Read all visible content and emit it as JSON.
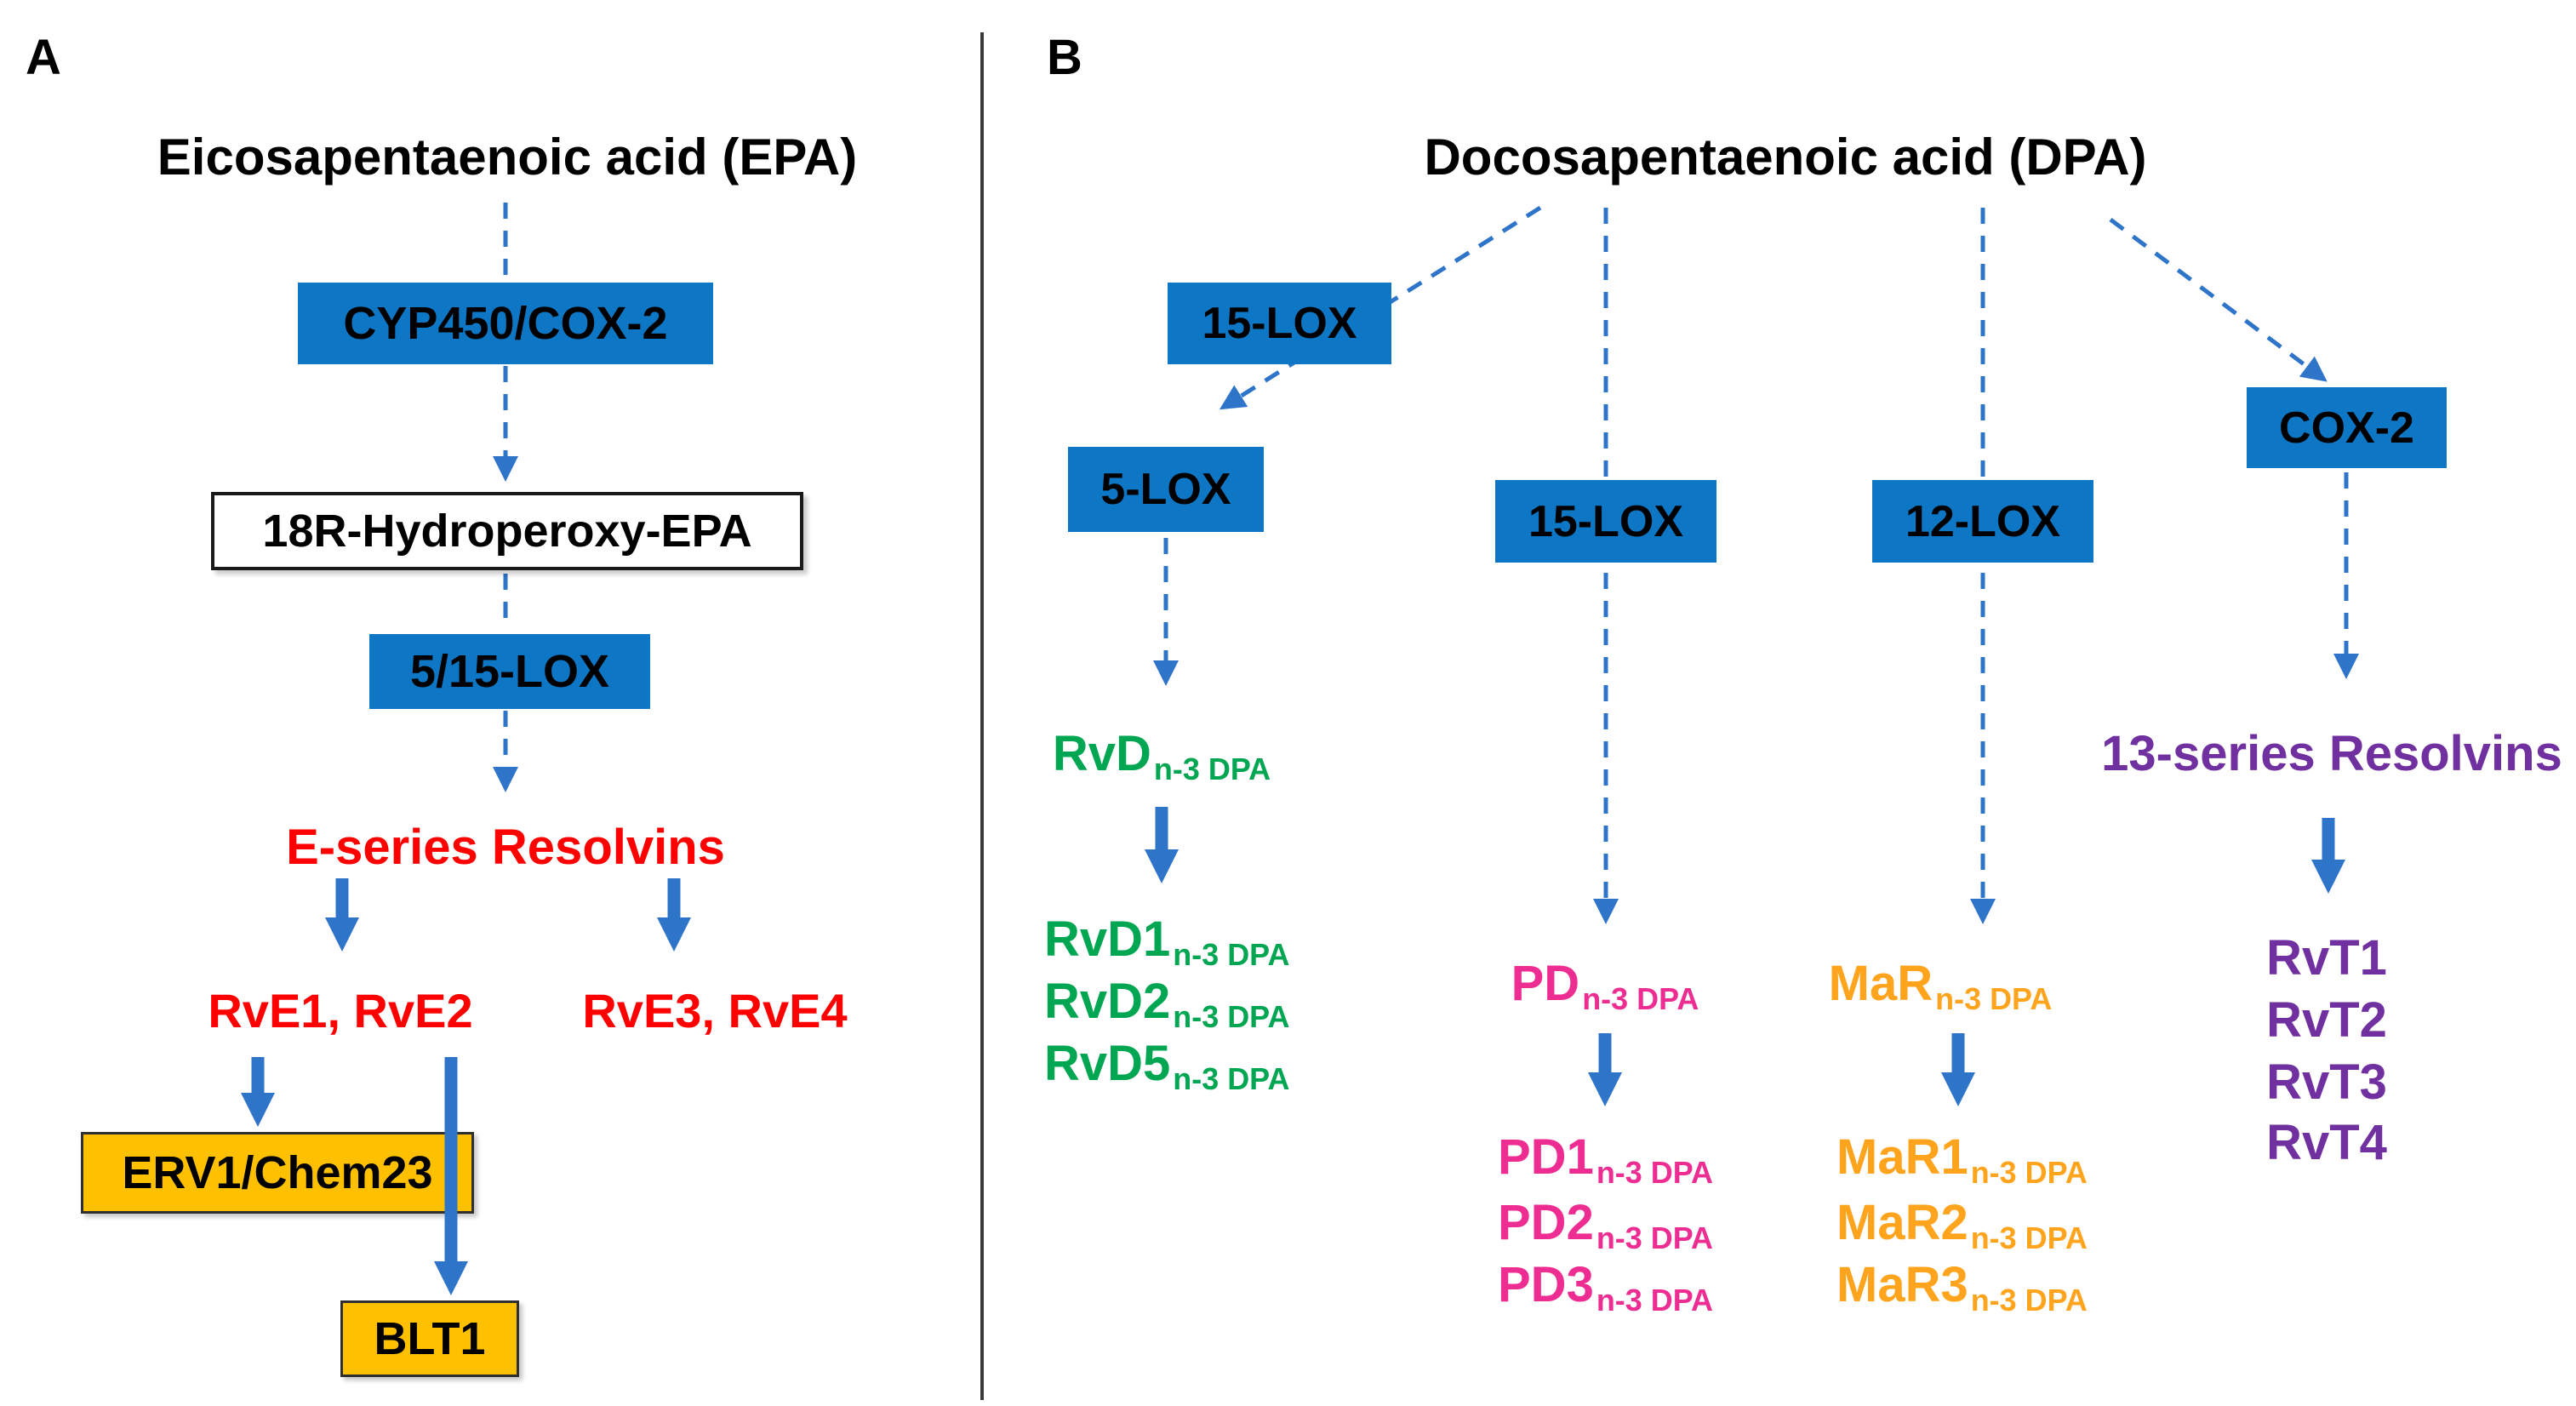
{
  "figure": {
    "type": "biochemical-pathway-diagram",
    "panel_a": {
      "label": "A",
      "title": "Eicosapentaenoic acid (EPA)",
      "enzyme_1": "CYP450/COX-2",
      "intermediate": "18R-Hydroperoxy-EPA",
      "enzyme_2": "5/15-LOX",
      "series_label": "E-series Resolvins",
      "products_left": "RvE1, RvE2",
      "products_right": "RvE3, RvE4",
      "receptor_1": "ERV1/Chem23",
      "receptor_2": "BLT1"
    },
    "panel_b": {
      "label": "B",
      "title": "Docosapentaenoic acid (DPA)",
      "enzyme_15lox_upper": "15-LOX",
      "enzyme_5lox": "5-LOX",
      "enzyme_15lox_mid": "15-LOX",
      "enzyme_12lox": "12-LOX",
      "enzyme_cox2": "COX-2",
      "rvd_column": {
        "precursor": {
          "main": "RvD",
          "sub": "n-3 DPA"
        },
        "products": [
          {
            "main": "RvD1",
            "sub": "n-3 DPA"
          },
          {
            "main": "RvD2",
            "sub": "n-3 DPA"
          },
          {
            "main": "RvD5",
            "sub": "n-3 DPA"
          }
        ]
      },
      "pd_column": {
        "precursor": {
          "main": "PD",
          "sub": "n-3 DPA"
        },
        "products": [
          {
            "main": "PD1",
            "sub": "n-3 DPA"
          },
          {
            "main": "PD2",
            "sub": "n-3 DPA"
          },
          {
            "main": "PD3",
            "sub": "n-3 DPA"
          }
        ]
      },
      "mar_column": {
        "precursor": {
          "main": "MaR",
          "sub": "n-3 DPA"
        },
        "products": [
          {
            "main": "MaR1",
            "sub": "n-3 DPA"
          },
          {
            "main": "MaR2",
            "sub": "n-3 DPA"
          },
          {
            "main": "MaR3",
            "sub": "n-3 DPA"
          }
        ]
      },
      "rvt_column": {
        "series_label": "13-series Resolvins",
        "products": [
          "RvT1",
          "RvT2",
          "RvT3",
          "RvT4"
        ]
      }
    },
    "colors": {
      "enzyme_box_blue": "#0d76c5",
      "arrow_blue": "#2e74c9",
      "receptor_gold": "#ffc000",
      "red": "#ff0000",
      "green": "#00a651",
      "pink": "#ee2d92",
      "orange": "#ffa41c",
      "purple": "#7030a0"
    }
  }
}
